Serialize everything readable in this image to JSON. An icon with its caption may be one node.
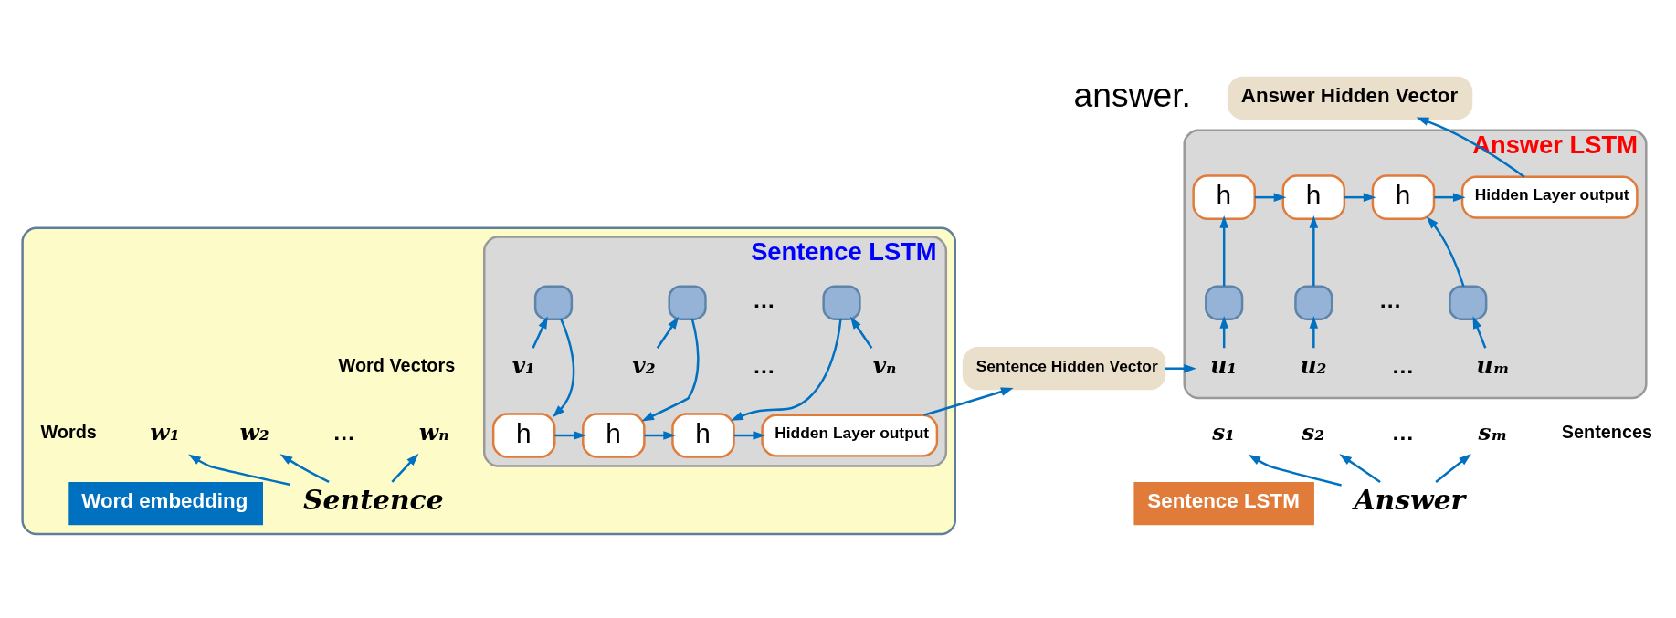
{
  "diagram": {
    "nodes": [
      {
        "text": [],
        "shape": "callout"
      },
      {
        "text": [
          "Sentence LSTM"
        ],
        "in": 0
      },
      {
        "text": [
          "h"
        ],
        "in": 1
      },
      {
        "text": [
          "h"
        ],
        "in": 1
      },
      {
        "text": [
          "h"
        ],
        "in": 1
      },
      {
        "text": [
          "Hidden Layer output"
        ],
        "in": 1
      },
      {
        "text": [],
        "shape": "box",
        "in": 1
      },
      {
        "text": [],
        "shape": "box",
        "in": 1
      },
      {
        "text": [],
        "shape": "box",
        "in": 1
      },
      {
        "text": [
          "v₁"
        ],
        "in": 1
      },
      {
        "text": [
          "v₂"
        ],
        "in": 1
      },
      {
        "text": [
          "vₙ"
        ],
        "in": 1
      },
      {
        "text": [
          "Word embedding"
        ],
        "in": 0
      },
      {
        "text": [
          "w₁"
        ],
        "in": 0
      },
      {
        "text": [
          "w₂"
        ],
        "in": 0
      },
      {
        "text": [
          "wₙ"
        ],
        "in": 0
      },
      {
        "text": [
          "Sentence"
        ],
        "in": 0
      },
      {
        "text": [
          "Sentence Hidden Vector"
        ]
      },
      {
        "text": [
          "Answer LSTM"
        ]
      },
      {
        "text": [
          "h"
        ],
        "in": 18
      },
      {
        "text": [
          "h"
        ],
        "in": 18
      },
      {
        "text": [
          "h"
        ],
        "in": 18
      },
      {
        "text": [
          "Hidden Layer output"
        ],
        "in": 18
      },
      {
        "text": [],
        "shape": "box",
        "in": 18
      },
      {
        "text": [],
        "shape": "box",
        "in": 18
      },
      {
        "text": [],
        "shape": "box",
        "in": 18
      },
      {
        "text": [
          "u₁"
        ],
        "in": 18
      },
      {
        "text": [
          "u₂"
        ],
        "in": 18
      },
      {
        "text": [
          "uₘ"
        ],
        "in": 18
      },
      {
        "text": [
          "Answer Hidden Vector"
        ]
      },
      {
        "text": [
          "Sentence LSTM"
        ]
      },
      {
        "text": [
          "s₁"
        ]
      },
      {
        "text": [
          "s₂"
        ]
      },
      {
        "text": [
          "sₘ"
        ]
      },
      {
        "text": [
          "Answer"
        ]
      }
    ],
    "edges": [
      {
        "from": 9,
        "to": 6,
        "arrow": "to"
      },
      {
        "from": 10,
        "to": 7,
        "arrow": "to"
      },
      {
        "from": 11,
        "to": 8,
        "arrow": "to"
      },
      {
        "from": 6,
        "to": 2,
        "arrow": "to"
      },
      {
        "from": 7,
        "to": 3,
        "arrow": "to"
      },
      {
        "from": 8,
        "to": 4,
        "arrow": "to"
      },
      {
        "from": 2,
        "to": 3,
        "arrow": "to"
      },
      {
        "from": 3,
        "to": 4,
        "arrow": "to"
      },
      {
        "from": 4,
        "to": 5,
        "arrow": "to"
      },
      {
        "from": 5,
        "to": 17,
        "arrow": "to"
      },
      {
        "from": 17,
        "to": 26,
        "arrow": "to"
      },
      {
        "from": 16,
        "to": 13,
        "arrow": "to"
      },
      {
        "from": 16,
        "to": 14,
        "arrow": "to"
      },
      {
        "from": 16,
        "to": 15,
        "arrow": "to"
      },
      {
        "from": 26,
        "to": 23,
        "arrow": "to"
      },
      {
        "from": 27,
        "to": 24,
        "arrow": "to"
      },
      {
        "from": 28,
        "to": 25,
        "arrow": "to"
      },
      {
        "from": 23,
        "to": 19,
        "arrow": "to"
      },
      {
        "from": 24,
        "to": 20,
        "arrow": "to"
      },
      {
        "from": 25,
        "to": 21,
        "arrow": "to"
      },
      {
        "from": 19,
        "to": 20,
        "arrow": "to"
      },
      {
        "from": 20,
        "to": 21,
        "arrow": "to"
      },
      {
        "from": 21,
        "to": 22,
        "arrow": "to"
      },
      {
        "from": 22,
        "to": 29,
        "arrow": "to"
      },
      {
        "from": 34,
        "to": 31,
        "arrow": "to"
      },
      {
        "from": 34,
        "to": 32,
        "arrow": "to"
      },
      {
        "from": 34,
        "to": 33,
        "arrow": "to"
      }
    ],
    "labels": [
      "answer.",
      "…",
      "…",
      "Word Vectors",
      "…",
      "…",
      "Words",
      "…",
      "…",
      "Sentences"
    ]
  }
}
